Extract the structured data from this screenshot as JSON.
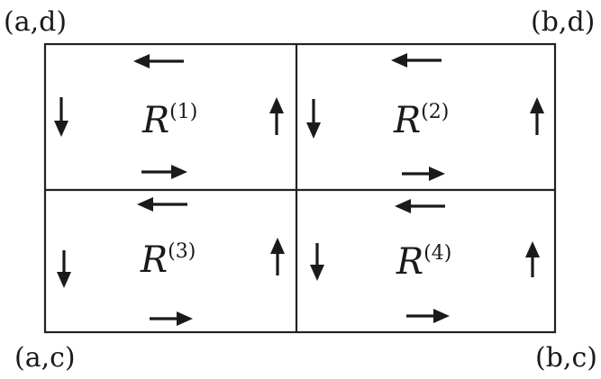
{
  "corners": {
    "top_left": "(a,d)",
    "top_right": "(b,d)",
    "bottom_left": "(a,c)",
    "bottom_right": "(b,c)"
  },
  "regions": [
    {
      "letter": "R",
      "superscript": "(1)"
    },
    {
      "letter": "R",
      "superscript": "(2)"
    },
    {
      "letter": "R",
      "superscript": "(3)"
    },
    {
      "letter": "R",
      "superscript": "(4)"
    }
  ],
  "arrow_directions": {
    "top_edge": "left",
    "bottom_edge": "right",
    "left_edge": "down",
    "right_edge": "up"
  }
}
